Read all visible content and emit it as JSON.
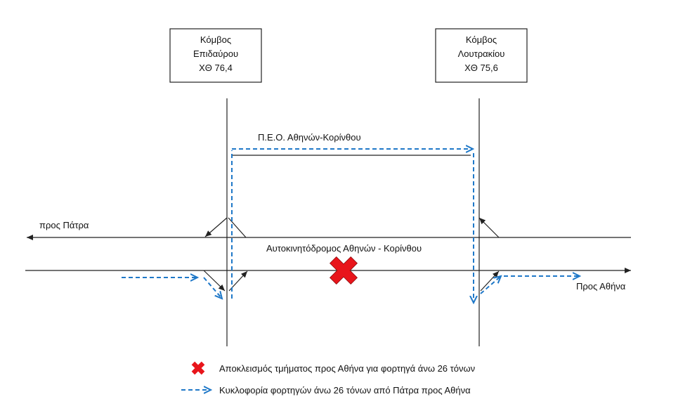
{
  "nodes": [
    {
      "line1": "Κόμβος",
      "line2": "Επιδαύρου",
      "line3": "ΧΘ 76,4"
    },
    {
      "line1": "Κόμβος",
      "line2": "Λουτρακίου",
      "line3": "ΧΘ 75,6"
    }
  ],
  "labels": {
    "peo": "Π.Ε.Ο. Αθηνών-Κορίνθου",
    "to_patra": "προς Πάτρα",
    "motorway": "Αυτοκινητόδρομος Αθηνών - Κορίνθου",
    "to_athens": "Προς Αθήνα"
  },
  "legend": {
    "closure": "Αποκλεισμός τμήματος προς Αθήνα για φορτηγά άνω 26 τόνων",
    "detour": "Κυκλοφορία φορτηγών άνω 26 τόνων από Πάτρα προς Αθήνα"
  },
  "colors": {
    "detour": "#1f78c8",
    "closure": "#e8151b",
    "line": "#222222"
  }
}
